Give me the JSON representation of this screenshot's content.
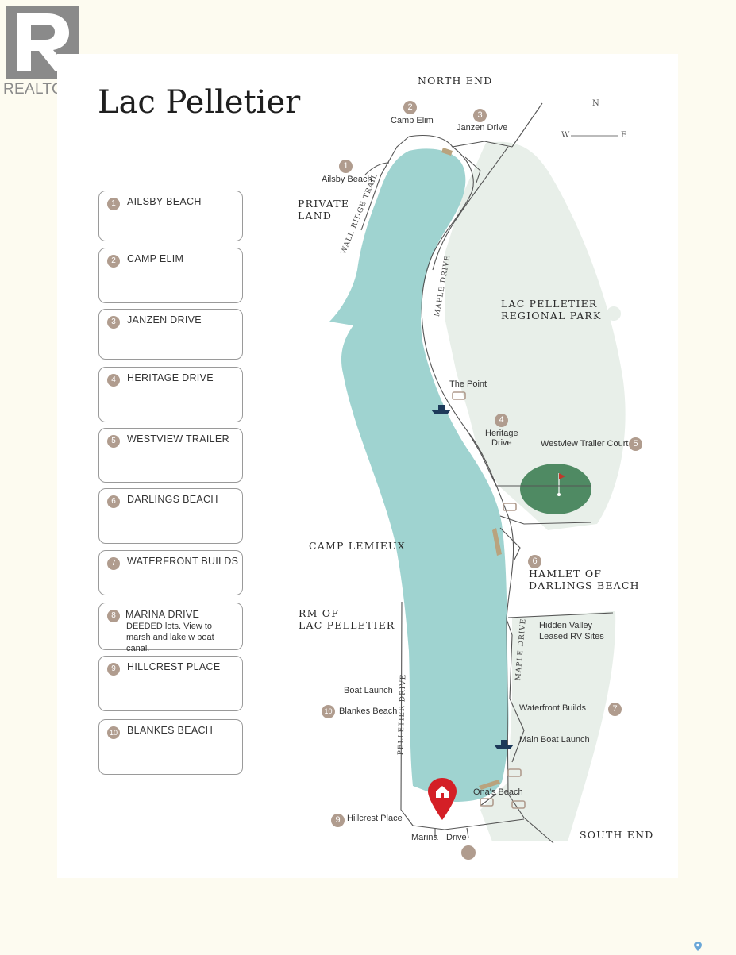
{
  "brand": {
    "logo_text": "REALTOR",
    "trademark": "®"
  },
  "title": "Lac Pelletier",
  "legend": [
    {
      "num": "1",
      "label": "AILSBY BEACH",
      "desc": ""
    },
    {
      "num": "2",
      "label": "CAMP ELIM",
      "desc": ""
    },
    {
      "num": "3",
      "label": "JANZEN DRIVE",
      "desc": ""
    },
    {
      "num": "4",
      "label": "HERITAGE DRIVE",
      "desc": ""
    },
    {
      "num": "5",
      "label": "WESTVIEW TRAILER",
      "desc": ""
    },
    {
      "num": "6",
      "label": "DARLINGS BEACH",
      "desc": ""
    },
    {
      "num": "7",
      "label": "WATERFRONT BUILDS",
      "desc": ""
    },
    {
      "num": "8",
      "label": "MARINA DRIVE",
      "desc": "DEEDED lots. View to marsh and lake w boat canal."
    },
    {
      "num": "9",
      "label": "HILLCREST PLACE",
      "desc": ""
    },
    {
      "num": "10",
      "label": "BLANKES BEACH",
      "desc": ""
    }
  ],
  "compass": {
    "n": "N",
    "w": "W",
    "e": "E"
  },
  "regions": {
    "north_end": "NORTH END",
    "south_end": "SOUTH END",
    "private_land_1": "PRIVATE",
    "private_land_2": "LAND",
    "regional_park_1": "LAC PELLETIER",
    "regional_park_2": "REGIONAL PARK",
    "camp_lemieux": "CAMP LEMIEUX",
    "rm_1": "RM OF",
    "rm_2": "LAC PELLETIER",
    "hamlet_1": "HAMLET OF",
    "hamlet_2": "DARLINGS BEACH"
  },
  "roads": {
    "wall_ridge": "WALL RIDGE TRAIL",
    "maple_north": "MAPLE DRIVE",
    "maple_south": "MAPLE DRIVE",
    "pelletier": "PELLETIER DRIVE"
  },
  "places": {
    "camp_elim": {
      "num": "2",
      "label": "Camp Elim"
    },
    "janzen": {
      "num": "3",
      "label": "Janzen Drive"
    },
    "ailsby": {
      "num": "1",
      "label": "Ailsby Beach"
    },
    "the_point": "The Point",
    "heritage_1": "Heritage",
    "heritage_2": "Drive",
    "heritage_num": "4",
    "westview": {
      "num": "5",
      "label": "Westview Trailer Court"
    },
    "darlings_num": "6",
    "hidden_valley_1": "Hidden Valley",
    "hidden_valley_2": "Leased RV Sites",
    "waterfront": {
      "num": "7",
      "label": "Waterfront Builds"
    },
    "main_boat_launch": "Main Boat Launch",
    "boat_launch": "Boat Launch",
    "blankes": {
      "num": "10",
      "label": "Blankes Beach"
    },
    "onas_beach": "Ona's Beach",
    "hillcrest": {
      "num": "9",
      "label": "Hillcrest Place"
    },
    "marina": "Marina",
    "drive": "Drive"
  },
  "colors": {
    "lake": "#9fd3d0",
    "park": "#e8efe9",
    "golf": "#4f8a63",
    "badge": "#b09c8e",
    "pin": "#d41f26",
    "boat": "#1d3a5a"
  }
}
